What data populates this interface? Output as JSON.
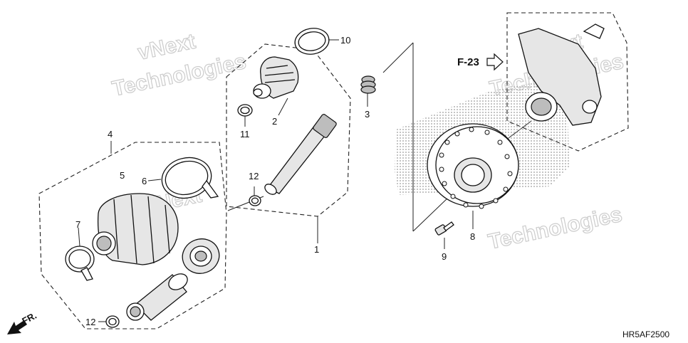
{
  "diagram": {
    "callouts": {
      "c1": "1",
      "c2": "2",
      "c3": "3",
      "c4": "4",
      "c5": "5",
      "c6": "6",
      "c7": "7",
      "c8": "8",
      "c9": "9",
      "c10": "10",
      "c11": "11",
      "c12a": "12",
      "c12b": "12"
    },
    "reference": {
      "label": "F-23"
    },
    "front_indicator": {
      "label": "FR."
    },
    "code": "HR5AF2500",
    "watermarks": [
      "vNext",
      "Technologies",
      "vNext",
      "Technologies",
      "vNext",
      "Technologies"
    ]
  }
}
